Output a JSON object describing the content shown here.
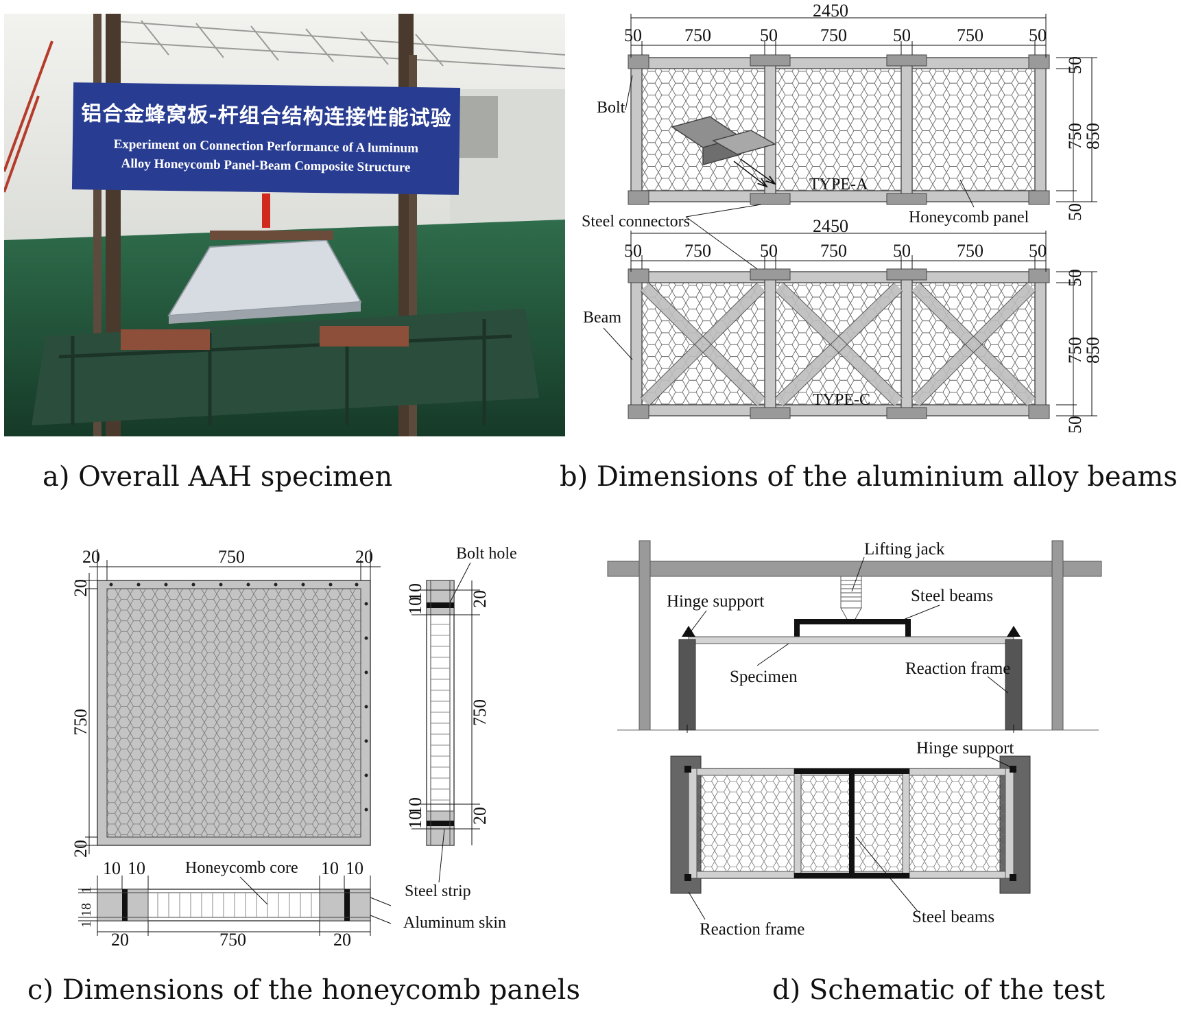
{
  "photo": {
    "banner_cn": "铝合金蜂窝板-杆组合结构连接性能试验",
    "banner_en_1": "Experiment on Connection Performance of A luminum",
    "banner_en_2": "Alloy Honeycomb Panel-Beam Composite Structure"
  },
  "captions": {
    "a": "a) Overall AAH specimen",
    "b": "b) Dimensions of the aluminium alloy beams",
    "c": "c) Dimensions of the honeycomb panels",
    "d": "d) Schematic of the test"
  },
  "beams": {
    "total": "2450",
    "flange": "50",
    "span": "750",
    "height": "850",
    "type_a": "TYPE-A",
    "type_c": "TYPE-C",
    "bolt": "Bolt",
    "steel_connectors": "Steel connectors",
    "honeycomb_panel": "Honeycomb panel",
    "beam": "Beam"
  },
  "panels": {
    "edge": "20",
    "span": "750",
    "bolt_hole": "Bolt hole",
    "ten": "10",
    "honeycomb_core": "Honeycomb core",
    "steel_strip": "Steel strip",
    "aluminum_skin": "Aluminum skin",
    "t18": "18",
    "t1": "1"
  },
  "test": {
    "lifting_jack": "Lifting jack",
    "hinge_support": "Hinge support",
    "steel_beams": "Steel beams",
    "specimen": "Specimen",
    "reaction_frame": "Reaction frame"
  }
}
